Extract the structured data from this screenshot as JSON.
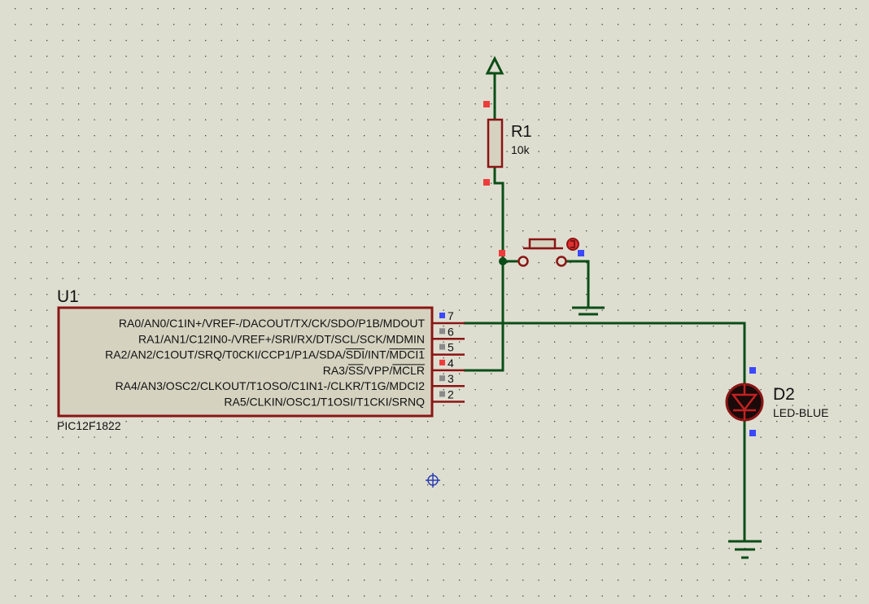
{
  "ic": {
    "ref": "U1",
    "part": "PIC12F1822",
    "pins": [
      {
        "label": "RA0/AN0/C1IN+/VREF-/DACOUT/TX/CK/SDO/P1B/MDOUT",
        "num": "7",
        "color": "#3b48ff"
      },
      {
        "label": "RA1/AN1/C12IN0-/VREF+/SRI/RX/DT/SCL/SCK/MDMIN",
        "num": "6",
        "color": "#8a8a8a"
      },
      {
        "label": "RA2/AN2/C1OUT/SRQ/T0CKI/CCP1/P1A/SDA/SDI/INT/MDCI1",
        "num": "5",
        "color": "#8a8a8a"
      },
      {
        "label": "RA3/SS/VPP/MCLR",
        "num": "4",
        "color": "#ee3b3b"
      },
      {
        "label": "RA4/AN3/OSC2/CLKOUT/T1OSO/C1IN1-/CLKR/T1G/MDCI2",
        "num": "3",
        "color": "#8a8a8a"
      },
      {
        "label": "RA5/CLKIN/OSC1/T1OSI/T1CKI/SRNQ",
        "num": "2",
        "color": "#8a8a8a"
      }
    ]
  },
  "resistor": {
    "ref": "R1",
    "value": "10k"
  },
  "led": {
    "ref": "D2",
    "value": "LED-BLUE"
  },
  "colors": {
    "background": "#deded0",
    "grid_dot": "#3f3f3f",
    "wire": "#0b4d17",
    "component_body": "#d5d2c0",
    "component_outline": "#8a1515",
    "pin_blue": "#3b48ff",
    "pin_red": "#ee3b3b",
    "pin_gray": "#8a8a8a"
  }
}
